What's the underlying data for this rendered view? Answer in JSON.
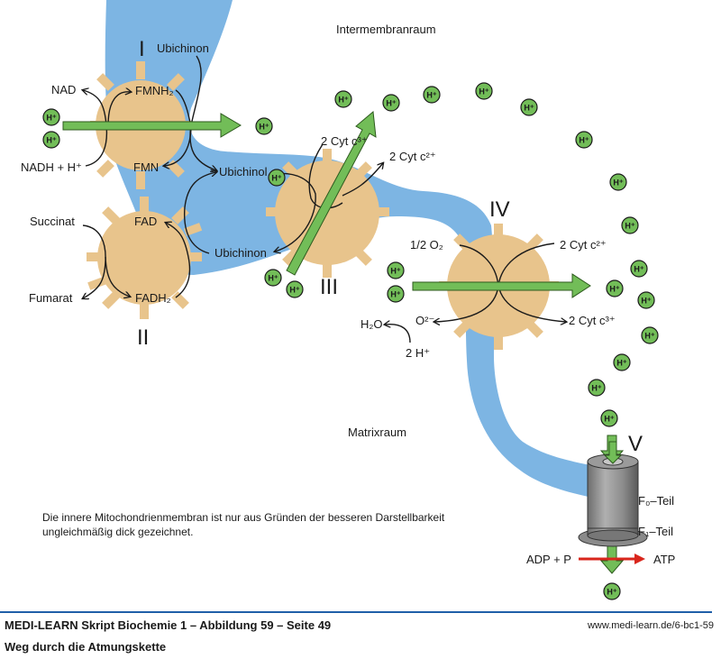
{
  "colors": {
    "membrane": "#7db5e3",
    "complex": "#e8c48c",
    "proton_fill": "#72bd58",
    "arrow_green": "#72bd58",
    "atp_arrow": "#d9261c",
    "footer_rule": "#1f5fa8",
    "synthase_gray": "#8a8a8a"
  },
  "regions": {
    "intermembrane": "Intermembranraum",
    "matrix": "Matrixraum"
  },
  "complexes": {
    "c1": {
      "numeral": "I",
      "top": "FMNH₂",
      "bottom": "FMN"
    },
    "c2": {
      "numeral": "II",
      "top": "FAD",
      "bottom": "FADH₂"
    },
    "c3": {
      "numeral": "III"
    },
    "c4": {
      "numeral": "IV"
    },
    "c5": {
      "numeral": "V"
    }
  },
  "labels": {
    "nad": "NAD",
    "nadh": "NADH + H⁺",
    "ubichinon_top": "Ubichinon",
    "ubichinol": "Ubichinol",
    "ubichinon_mid": "Ubichinon",
    "succinat": "Succinat",
    "fumarat": "Fumarat",
    "cyt3_c3": "2 Cyt c³⁺",
    "cyt2_c3": "2 Cyt c²⁺",
    "o2": "1/2 O₂",
    "cyt2_c4": "2 Cyt c²⁺",
    "o2minus": "O²⁻",
    "cyt3_c4": "2 Cyt c³⁺",
    "h2o": "H₂O",
    "two_h": "2 H⁺",
    "f0": "F₀–Teil",
    "f1": "F₁–Teil",
    "adp": "ADP + P",
    "atp": "ATP"
  },
  "proton_label": "H⁺",
  "note": {
    "line1": "Die innere Mitochondrienmembran ist nur aus Gründen der besseren Darstellbarkeit",
    "line2": "ungleichmäßig dick gezeichnet."
  },
  "footer": {
    "title": "MEDI-LEARN Skript Biochemie 1 – Abbildung 59 – Seite 49",
    "subtitle": "Weg durch die Atmungskette",
    "url": "www.medi-learn.de/6-bc1-59"
  }
}
